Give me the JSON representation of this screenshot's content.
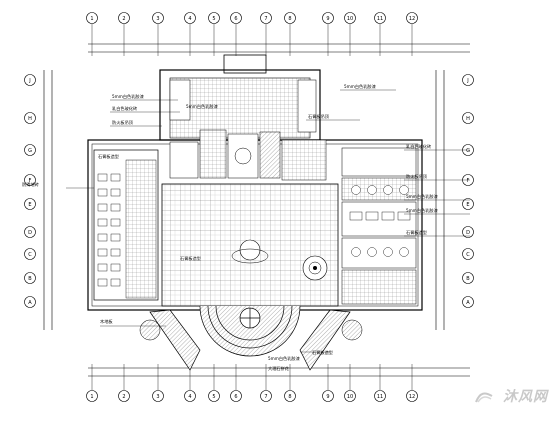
{
  "plan": {
    "top_axis_labels": [
      "1",
      "2",
      "3",
      "4",
      "5",
      "6",
      "7",
      "8",
      "9",
      "10",
      "11",
      "12"
    ],
    "left_axis_labels": [
      "J",
      "H",
      "G",
      "F",
      "E",
      "D",
      "C",
      "B",
      "A"
    ],
    "right_axis_labels": [
      "J",
      "H",
      "G",
      "F",
      "E",
      "D",
      "C",
      "B",
      "A"
    ],
    "left_notes": [
      "5mm白色乳胶漆",
      "乳白色玻化砖",
      "防火板吊顶",
      "石膏板造型",
      "防滑地砖",
      "木地板"
    ],
    "right_notes": [
      "5mm白色乳胶漆",
      "石膏板吊顶",
      "乳白色玻化砖",
      "防火板吊顶",
      "5mm白色乳胶漆",
      "5mm白色乳胶漆",
      "石膏板造型"
    ],
    "room_labels": [
      "5mm白色乳胶漆",
      "石膏板造型"
    ],
    "bottom_notes": [
      "5mm白色乳胶漆",
      "大理石拼花",
      "石膏板造型"
    ]
  },
  "watermark": {
    "text": "沐风网"
  }
}
